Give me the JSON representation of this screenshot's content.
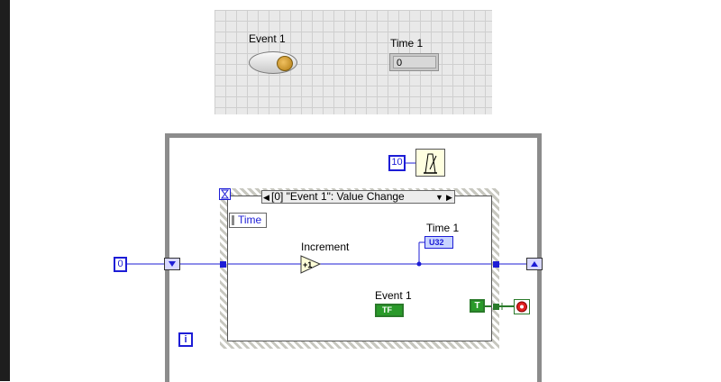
{
  "front_panel": {
    "event_label": "Event 1",
    "time_label": "Time 1",
    "time_value": "0"
  },
  "block_diagram": {
    "initial_value": "0",
    "wait_ms": "10",
    "event_selector": "[0] \"Event 1\": Value Change",
    "time_node": "Time",
    "increment_label": "Increment",
    "increment_symbol": "+1",
    "time1_label": "Time 1",
    "time1_type": "U32",
    "event1_label": "Event 1",
    "event1_type": "TF",
    "true_const": "T",
    "iteration_label": "i"
  }
}
